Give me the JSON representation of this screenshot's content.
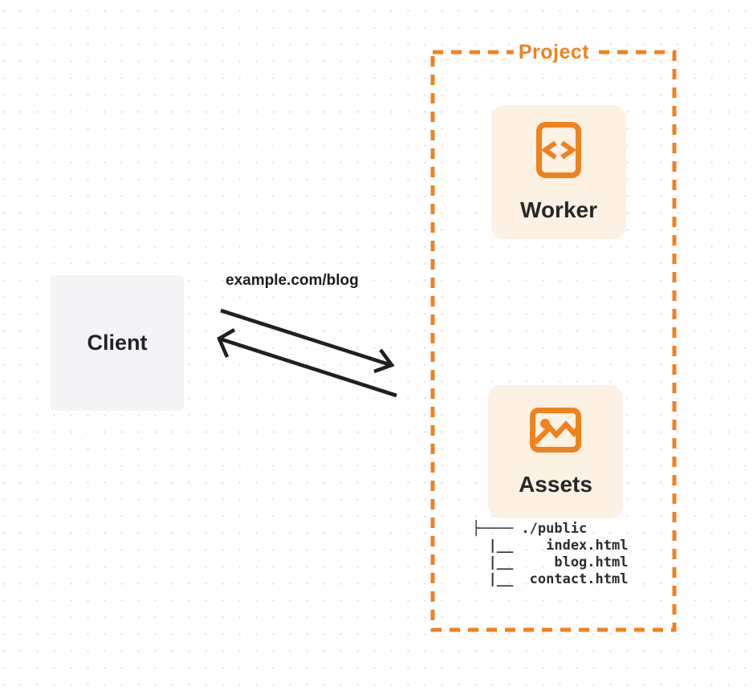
{
  "colors": {
    "accent": "#F0811F",
    "card_bg": "#FCF1E3",
    "client_bg": "#F4F4F6",
    "ink": "#1F2023",
    "dot": "#E7E7EA"
  },
  "client": {
    "label": "Client"
  },
  "request_label": "example.com/blog",
  "project": {
    "label": "Project",
    "worker": {
      "label": "Worker",
      "icon": "code-file-icon"
    },
    "assets": {
      "label": "Assets",
      "icon": "image-icon",
      "file_tree": [
        "├──── ./public",
        "  |__    index.html",
        "  |__     blog.html",
        "  |__  contact.html"
      ]
    }
  }
}
